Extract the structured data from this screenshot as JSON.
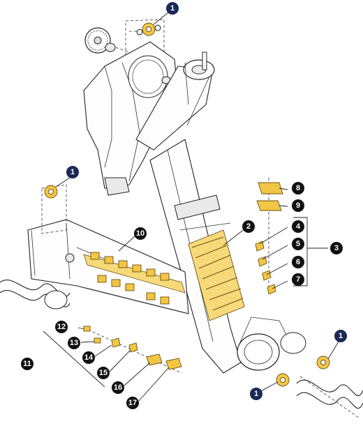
{
  "callouts": [
    {
      "label": "1",
      "style": "navy"
    },
    {
      "label": "1",
      "style": "navy"
    },
    {
      "label": "1",
      "style": "navy"
    },
    {
      "label": "1",
      "style": "navy"
    },
    {
      "label": "2",
      "style": "black"
    },
    {
      "label": "3",
      "style": "black"
    },
    {
      "label": "4",
      "style": "black"
    },
    {
      "label": "5",
      "style": "black"
    },
    {
      "label": "6",
      "style": "black"
    },
    {
      "label": "7",
      "style": "black"
    },
    {
      "label": "8",
      "style": "black"
    },
    {
      "label": "9",
      "style": "black"
    },
    {
      "label": "10",
      "style": "black"
    },
    {
      "label": "11",
      "style": "black"
    },
    {
      "label": "12",
      "style": "black"
    },
    {
      "label": "13",
      "style": "black"
    },
    {
      "label": "14",
      "style": "black"
    },
    {
      "label": "15",
      "style": "black"
    },
    {
      "label": "16",
      "style": "black"
    },
    {
      "label": "17",
      "style": "black"
    }
  ],
  "colors": {
    "navy": "#1a2a55",
    "black": "#111111",
    "highlight_parts": "#f2c544",
    "line_art": "#222222"
  }
}
